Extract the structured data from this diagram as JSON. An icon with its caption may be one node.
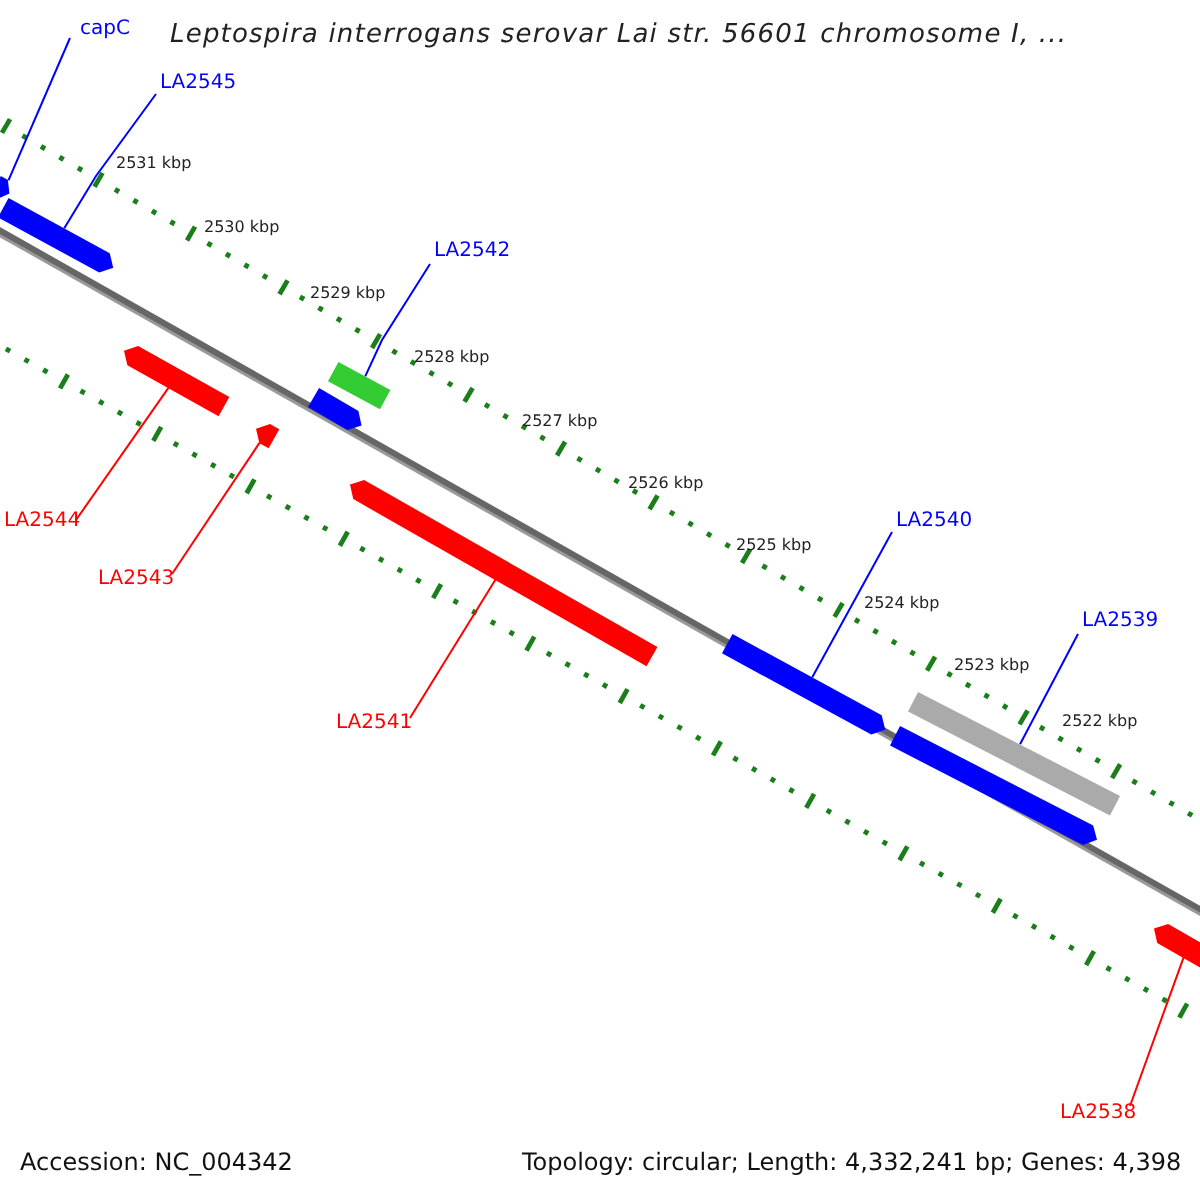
{
  "diagram": {
    "title": "Leptospira interrogans serovar Lai str. 56601 chromosome I, ...",
    "nodes": [
      {
        "text": [
          "capC"
        ]
      },
      {
        "text": [
          "LA2545"
        ]
      },
      {
        "text": [
          "LA2542"
        ]
      },
      {
        "text": [
          "LA2540"
        ]
      },
      {
        "text": [
          "LA2544"
        ]
      },
      {
        "text": [
          "LA2543"
        ]
      },
      {
        "text": [
          "LA2539"
        ]
      },
      {
        "text": [
          "LA2541"
        ]
      },
      {
        "text": [
          "LA2538"
        ]
      },
      {
        "text": [],
        "shape": "bar"
      },
      {
        "text": [],
        "shape": "bar"
      },
      {
        "text": [],
        "shape": "bar"
      },
      {
        "text": [],
        "shape": "bar"
      },
      {
        "text": [],
        "shape": "bar"
      },
      {
        "text": [],
        "shape": "bar"
      },
      {
        "text": [],
        "shape": "bar"
      },
      {
        "text": [],
        "shape": "bar"
      },
      {
        "text": [],
        "shape": "bar"
      },
      {
        "text": [],
        "shape": "bar"
      },
      {
        "text": [],
        "shape": "bar"
      }
    ],
    "edges": [
      {
        "from": 0,
        "to": 9,
        "arrow": "none"
      },
      {
        "from": 1,
        "to": 10,
        "arrow": "none"
      },
      {
        "from": 2,
        "to": 14,
        "arrow": "none"
      },
      {
        "from": 3,
        "to": 16,
        "arrow": "none"
      },
      {
        "from": 4,
        "to": 11,
        "arrow": "none",
        "color": "#ff0000"
      },
      {
        "from": 5,
        "to": 12,
        "arrow": "none",
        "color": "#ff0000"
      },
      {
        "from": 6,
        "to": 18,
        "arrow": "none"
      },
      {
        "from": 7,
        "to": 15,
        "arrow": "none",
        "color": "#ff0000"
      },
      {
        "from": 8,
        "to": 19,
        "arrow": "none",
        "color": "#ff0000"
      }
    ],
    "labels": [
      "2531 kbp",
      "2530 kbp",
      "2529 kbp",
      "2528 kbp",
      "2527 kbp",
      "2526 kbp",
      "2525 kbp",
      "2524 kbp",
      "2523 kbp",
      "2522 kbp",
      "Accession: NC_004342",
      "Topology: circular; Length: 4,332,241 bp; Genes: 4,398"
    ]
  }
}
